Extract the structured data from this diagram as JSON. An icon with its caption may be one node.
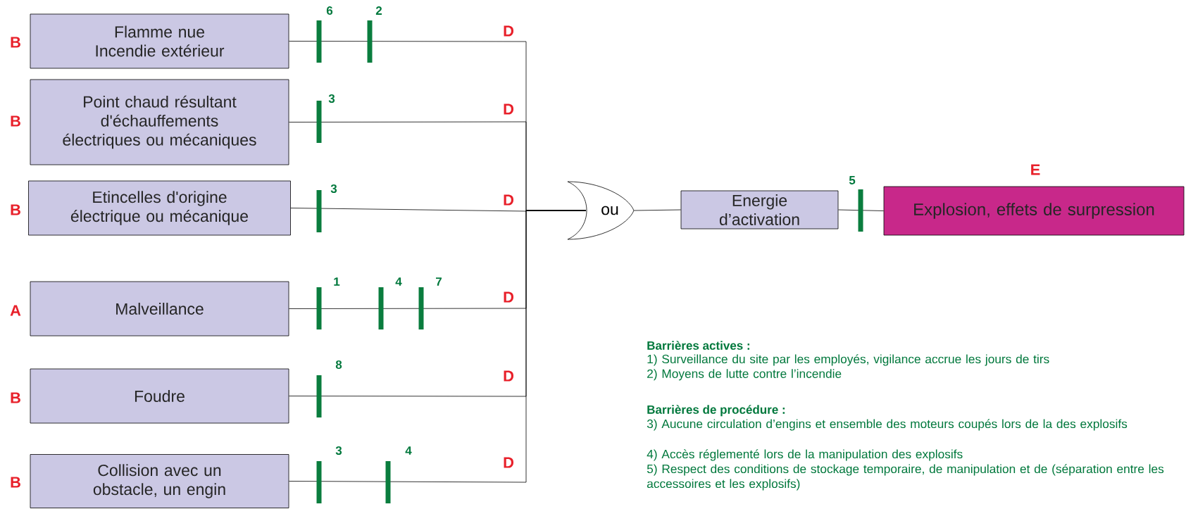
{
  "diagram": {
    "nodes": [
      {
        "text": [
          "Flamme nue Incendie extérieur"
        ],
        "beside": [
          "B"
        ]
      },
      {
        "text": [
          "Point chaud résultant d'échauffements électriques ou mécaniques"
        ],
        "beside": [
          "B"
        ]
      },
      {
        "text": [
          "Etincelles d'origine électrique ou mécanique"
        ],
        "beside": [
          "B"
        ]
      },
      {
        "text": [
          "Malveillance"
        ],
        "beside": [
          "A"
        ]
      },
      {
        "text": [
          "Foudre"
        ],
        "beside": [
          "B"
        ]
      },
      {
        "text": [
          "Collision avec un obstacle, un engin"
        ],
        "beside": [
          "B"
        ]
      },
      {
        "text": [
          "ou"
        ]
      },
      {
        "text": [
          "Energie d’activation"
        ]
      },
      {
        "text": [
          "Explosion, effets de surpression"
        ],
        "beside": [
          "E"
        ]
      }
    ],
    "edges": [
      {
        "from": 0,
        "to": 6,
        "arrow": "none"
      },
      {
        "from": 1,
        "to": 6,
        "arrow": "none"
      },
      {
        "from": 2,
        "to": 6,
        "arrow": "none"
      },
      {
        "from": 3,
        "to": 6,
        "arrow": "none"
      },
      {
        "from": 4,
        "to": 6,
        "arrow": "none"
      },
      {
        "from": 5,
        "to": 6,
        "arrow": "none"
      },
      {
        "from": 6,
        "to": 7,
        "arrow": "none"
      },
      {
        "from": 7,
        "to": 8,
        "arrow": "none"
      }
    ],
    "labels": [
      "6",
      "2",
      "D",
      "3",
      "D",
      "3",
      "D",
      "5",
      "1",
      "4",
      "7",
      "D",
      "8",
      "D",
      "3",
      "4",
      "D",
      "Barrières actives :",
      "1) Surveillance du site par les employés, vigilance accrue les jours de tirs",
      "2) Moyens de lutte contre l’incendie",
      "Barrières de procédure :",
      "3) Aucune circulation d’engins et ensemble des moteurs coupés lors de la des explosifs",
      "4) Accès réglementé lors de la manipulation des explosifs",
      "5) Respect des conditions de stockage temporaire, de manipulation et de (séparation entre les accessoires et les explosifs)"
    ]
  }
}
